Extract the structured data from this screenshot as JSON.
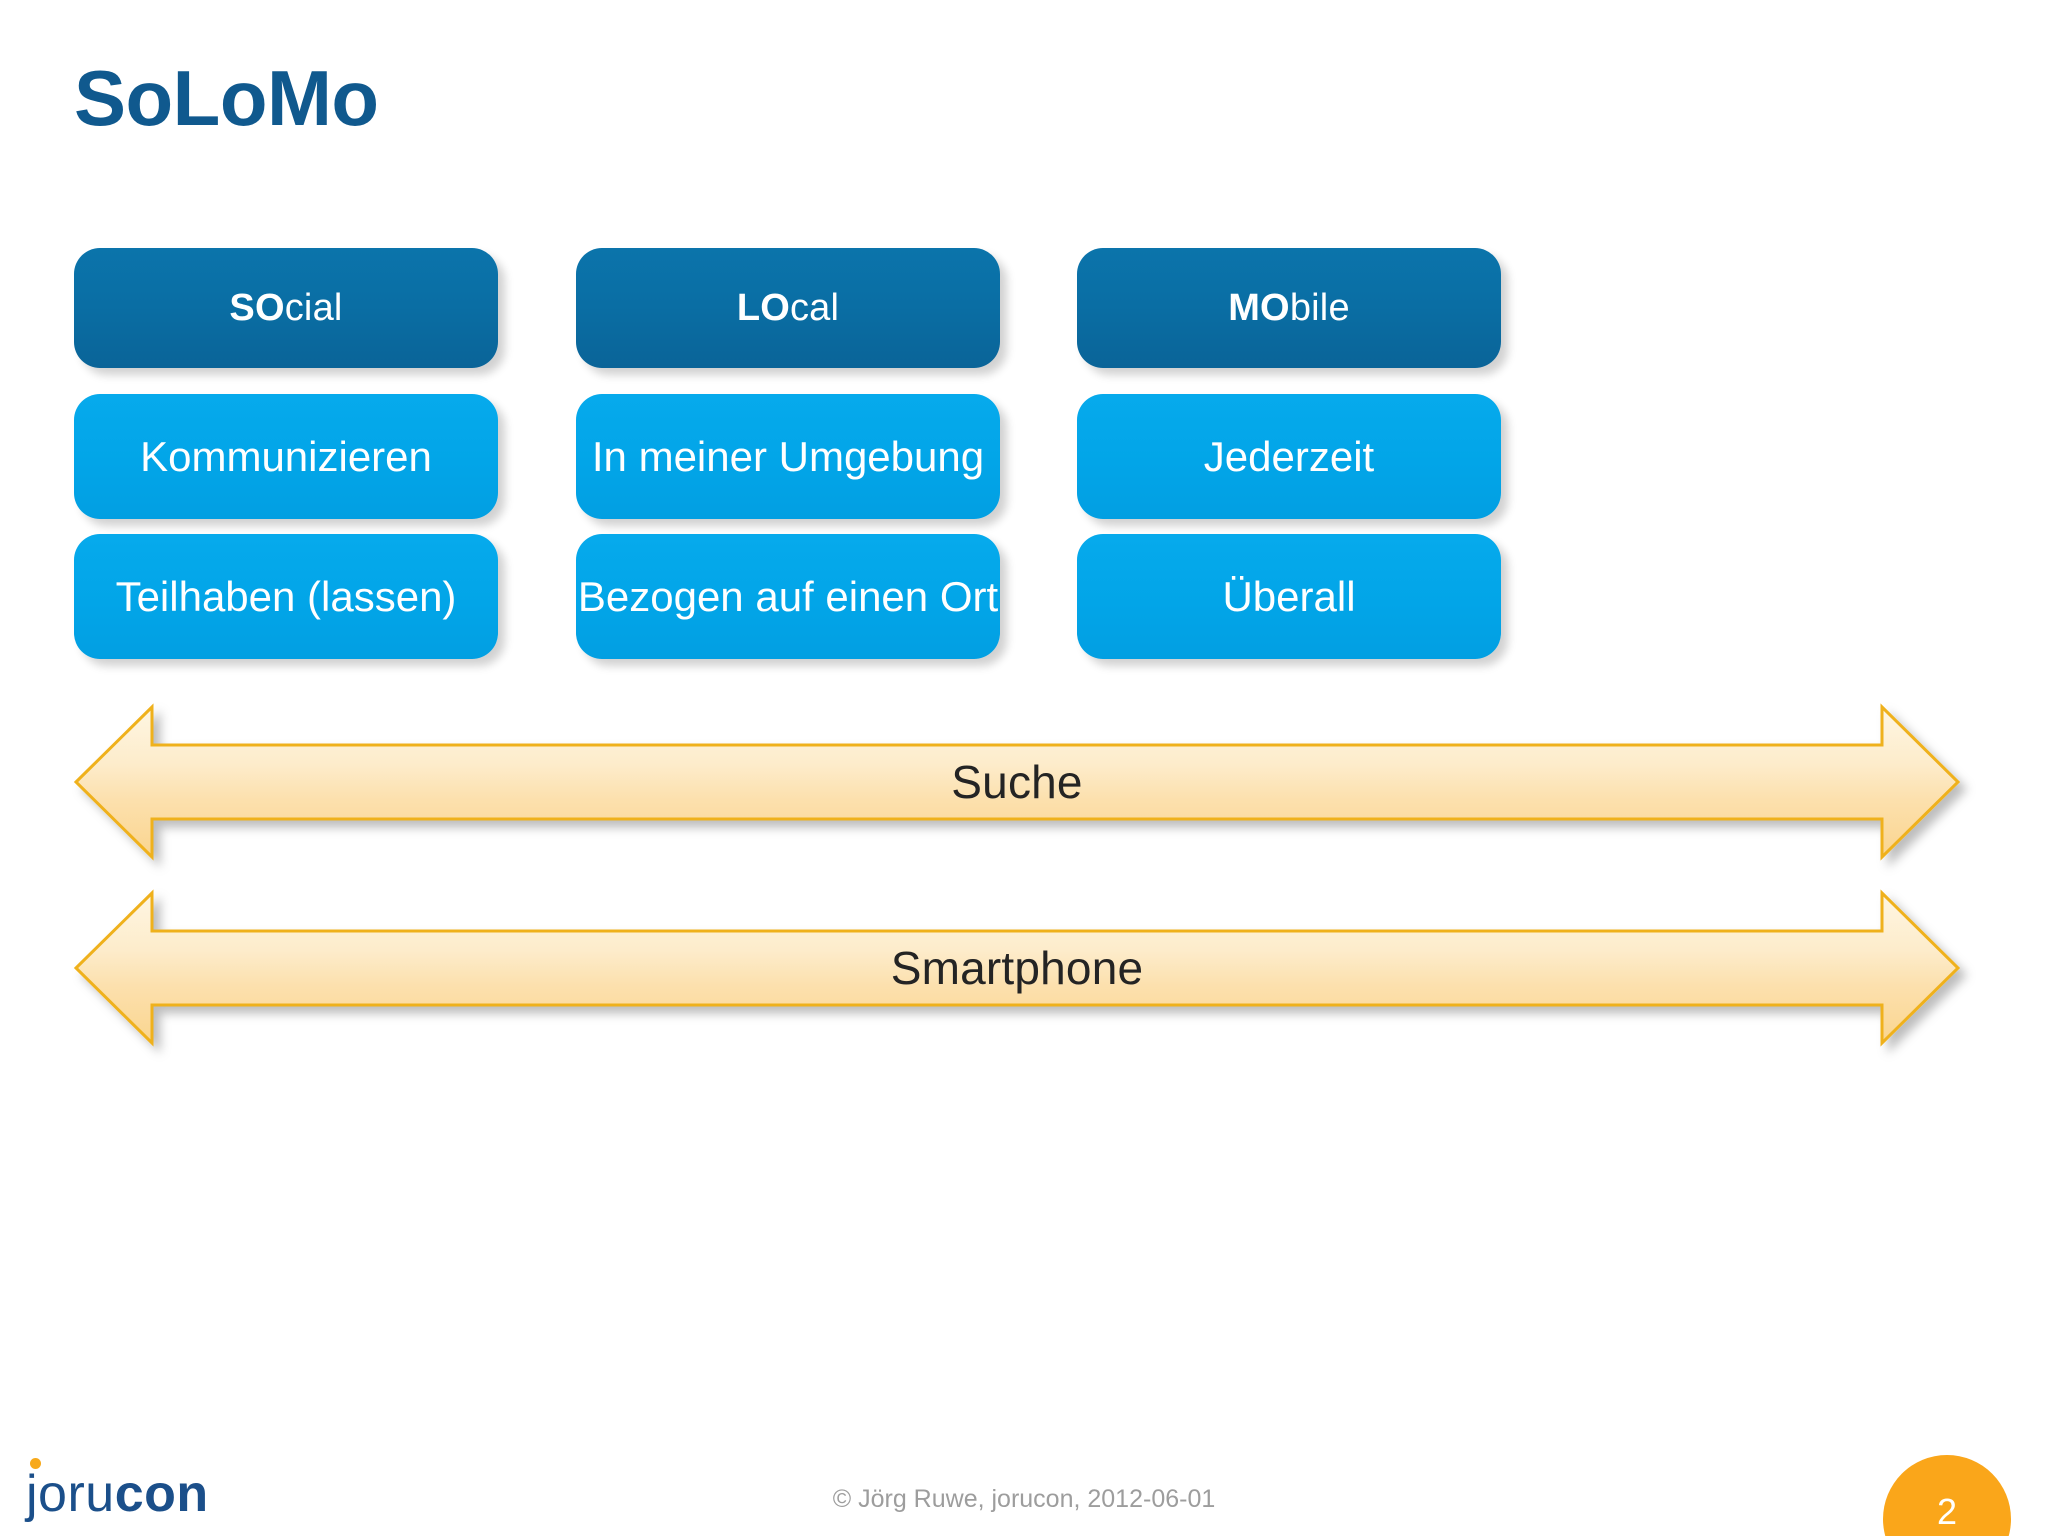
{
  "slide": {
    "title": "SoLoMo",
    "background_color": "#ffffff",
    "title_color": "#10598E"
  },
  "colors": {
    "dark_blue": "#0a6ca4",
    "light_blue": "#02a5e8",
    "arrow_fill_light": "#FDEFCF",
    "arrow_fill_dark": "#FBD68C",
    "arrow_border": "#EFB11F",
    "accent_orange": "#FAA61A",
    "logo_blue": "#1B4F8A",
    "text_dark": "#242424",
    "footer_gray": "#9d9d9d"
  },
  "columns": [
    {
      "header_bold": "SO",
      "header_rest": "cial",
      "header_full": "SOcial",
      "sub1": "Kommunizieren",
      "sub2": "Teilhaben (lassen)"
    },
    {
      "header_bold": "LO",
      "header_rest": "cal",
      "header_full": "LOcal",
      "sub1": "In meiner Umgebung",
      "sub2": "Bezogen auf einen Ort"
    },
    {
      "header_bold": "MO",
      "header_rest": "bile",
      "header_full": "MObile",
      "sub1": "Jederzeit",
      "sub2": "Überall"
    }
  ],
  "arrows": [
    {
      "label": "Suche",
      "direction": "double"
    },
    {
      "label": "Smartphone",
      "direction": "double"
    }
  ],
  "footer": {
    "logo_light": "joru",
    "logo_heavy": "con",
    "copyright": "© Jörg Ruwe, jorucon, 2012-06-01",
    "page_number": "2"
  }
}
